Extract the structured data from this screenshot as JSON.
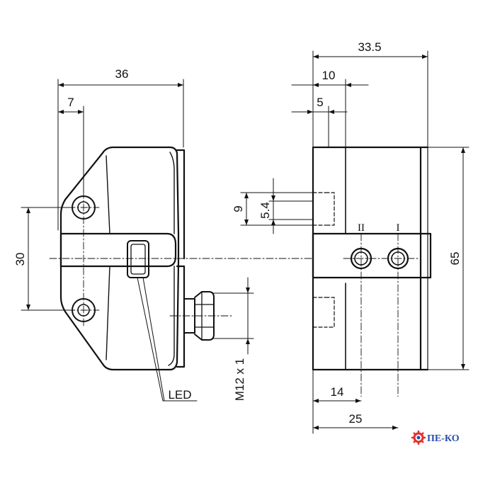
{
  "drawing": {
    "left_view": {
      "width_label": "36",
      "offset_label": "7",
      "hole_spacing_label": "30",
      "led_label": "LED",
      "connector_label": "M12 x 1"
    },
    "right_view": {
      "depth_label": "33.5",
      "label_10": "10",
      "label_5": "5",
      "label_9": "9",
      "label_5_4": "5.4",
      "height_label": "65",
      "bottom_14": "14",
      "bottom_25": "25",
      "channel_2": "II",
      "channel_1": "I"
    }
  },
  "logo": {
    "text": "ПЕ-КО",
    "color": "#2a4db0",
    "gear_color": "#e0302a"
  }
}
